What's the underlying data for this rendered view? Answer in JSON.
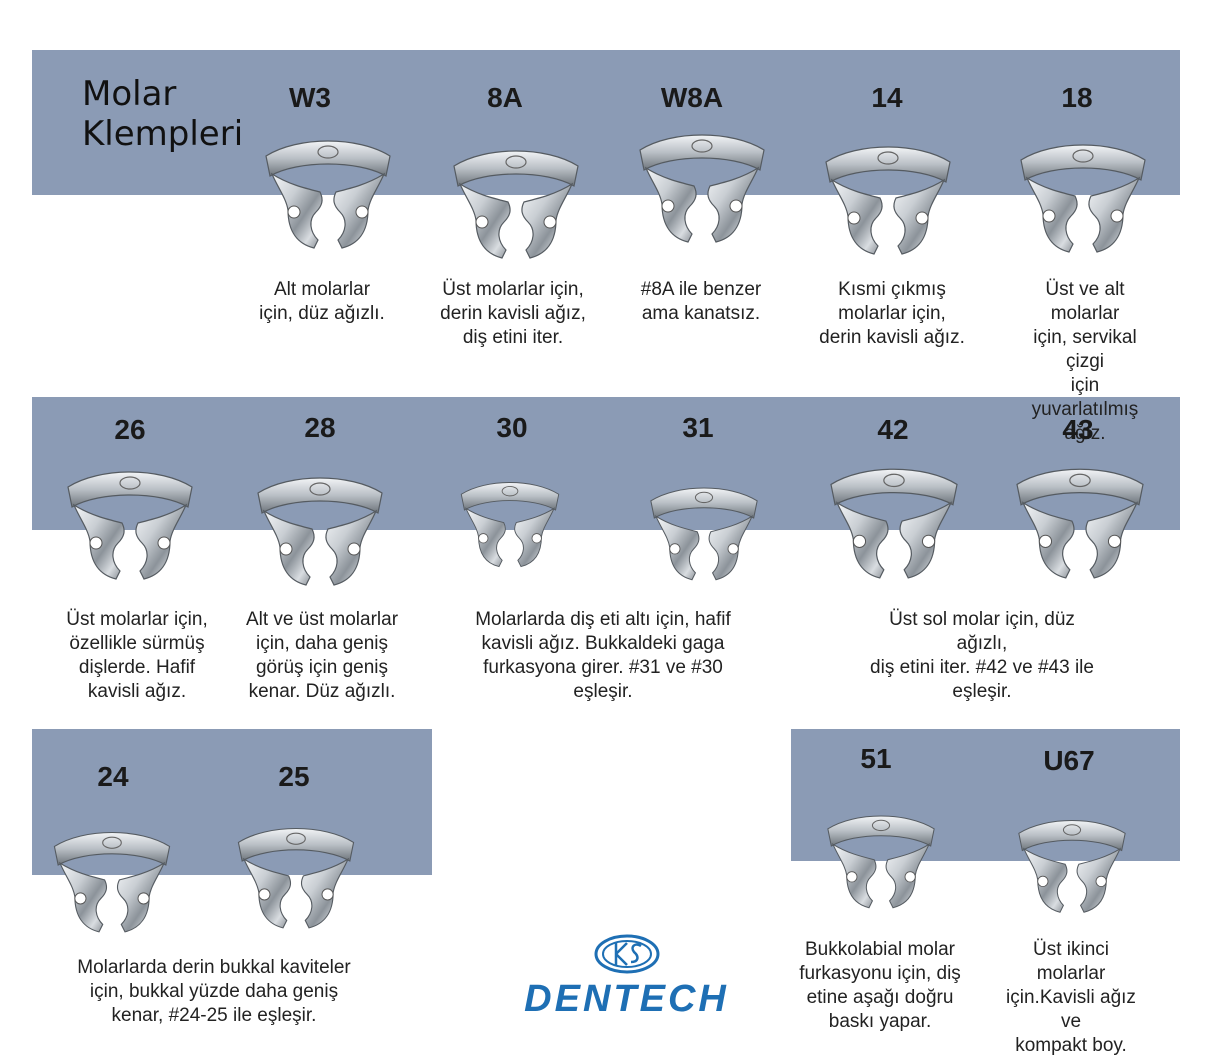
{
  "title": {
    "line1": "Molar",
    "line2": "Klempleri"
  },
  "colors": {
    "band": "#8b9bb5",
    "brand": "#1e6fb4",
    "metal_light": "#eceff2",
    "metal_dark": "#6f767d"
  },
  "clamps": [
    {
      "code": "W3",
      "desc": "Alt molarlar\niçin, düz ağızlı."
    },
    {
      "code": "8A",
      "desc": "Üst molarlar için,\nderin kavisli ağız,\ndiş etini iter."
    },
    {
      "code": "W8A",
      "desc": "#8A ile benzer\nama kanatsız."
    },
    {
      "code": "14",
      "desc": "Kısmi çıkmış\nmolarlar için,\nderin kavisli ağız."
    },
    {
      "code": "18",
      "desc": "Üst ve alt molarlar\niçin, servikal çizgi\niçin yuvarlatılmış\nağız."
    },
    {
      "code": "26",
      "desc": "Üst molarlar için,\nözellikle sürmüş\ndişlerde. Hafif\nkavisli ağız."
    },
    {
      "code": "28",
      "desc": "Alt ve üst molarlar\niçin, daha geniş\ngörüş için geniş\nkenar. Düz ağızlı."
    },
    {
      "code": "30",
      "desc": ""
    },
    {
      "code": "31",
      "desc": ""
    },
    {
      "code": "42",
      "desc": ""
    },
    {
      "code": "43",
      "desc": ""
    },
    {
      "code": "24",
      "desc": ""
    },
    {
      "code": "25",
      "desc": ""
    },
    {
      "code": "51",
      "desc": "Bukkolabial molar\nfurkasyonu için, diş\netine aşağı doğru\nbaskı yapar."
    },
    {
      "code": "U67",
      "desc": "Üst ikinci molarlar\niçin.Kavisli ağız ve\nkompakt boy."
    }
  ],
  "shared_desc": {
    "d30_31": "Molarlarda diş eti altı için, hafif\nkavisli ağız. Bukkaldeki gaga\nfurkasyona girer. #31 ve #30\neşleşir.",
    "d42_43": "Üst sol molar için, düz ağızlı,\ndiş etini iter. #42 ve #43 ile\neşleşir.",
    "d24_25": "Molarlarda derin bukkal kaviteler\niçin, bukkal yüzde  daha geniş\nkenar, #24-25 ile eşleşir."
  },
  "logo": {
    "text": "DENTECH",
    "icon": "ks-emblem-icon"
  }
}
